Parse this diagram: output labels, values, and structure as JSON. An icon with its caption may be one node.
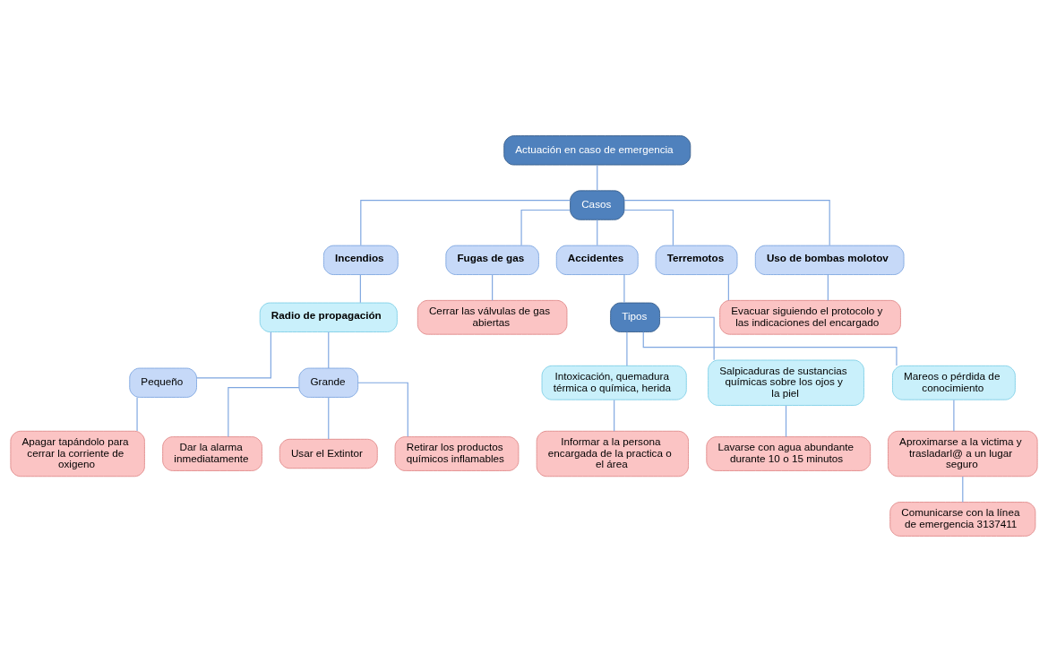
{
  "diagram": {
    "nodes": [
      {
        "text": [
          "Actuación en caso de emergencia"
        ]
      },
      {
        "text": [
          "Casos"
        ]
      },
      {
        "text": [
          "Incendios"
        ]
      },
      {
        "text": [
          "Fugas de gas"
        ]
      },
      {
        "text": [
          "Accidentes"
        ]
      },
      {
        "text": [
          "Terremotos"
        ]
      },
      {
        "text": [
          "Uso de bombas molotov"
        ]
      },
      {
        "text": [
          "Radio de propagación"
        ]
      },
      {
        "text": [
          "Pequeño"
        ]
      },
      {
        "text": [
          "Grande"
        ]
      },
      {
        "text": [
          "Apagar tapándolo para cerrar la corriente de oxigeno"
        ]
      },
      {
        "text": [
          "Dar la alarma inmediatamente"
        ]
      },
      {
        "text": [
          "Usar el Extintor"
        ]
      },
      {
        "text": [
          "Retirar los productos químicos inflamables"
        ]
      },
      {
        "text": [
          "Cerrar las válvulas de gas abiertas"
        ]
      },
      {
        "text": [
          "Tipos"
        ]
      },
      {
        "text": [
          "Evacuar siguiendo el protocolo y las indicaciones del encargado"
        ]
      },
      {
        "text": [
          "Intoxicación, quemadura térmica o química, herida"
        ]
      },
      {
        "text": [
          "Salpicaduras de sustancias químicas sobre los ojos y la piel"
        ]
      },
      {
        "text": [
          "Mareos o pérdida de conocimiento"
        ]
      },
      {
        "text": [
          "Informar a la persona encargada de la practica o el área"
        ]
      },
      {
        "text": [
          "Lavarse con agua abundante durante 10 o 15 minutos"
        ]
      },
      {
        "text": [
          "Aproximarse a la victima y trasladarl@ a un lugar seguro"
        ]
      },
      {
        "text": [
          "Comunicarse con la línea de emergencia 3137411"
        ]
      }
    ],
    "edges": [
      {
        "from": 0,
        "to": 1,
        "arrow": "none"
      },
      {
        "from": 1,
        "to": 2,
        "arrow": "none"
      },
      {
        "from": 1,
        "to": 3,
        "arrow": "none"
      },
      {
        "from": 1,
        "to": 4,
        "arrow": "none"
      },
      {
        "from": 1,
        "to": 5,
        "arrow": "none"
      },
      {
        "from": 1,
        "to": 6,
        "arrow": "none"
      },
      {
        "from": 2,
        "to": 7,
        "arrow": "none"
      },
      {
        "from": 7,
        "to": 8,
        "arrow": "none"
      },
      {
        "from": 7,
        "to": 9,
        "arrow": "none"
      },
      {
        "from": 8,
        "to": 10,
        "arrow": "none"
      },
      {
        "from": 9,
        "to": 11,
        "arrow": "none"
      },
      {
        "from": 9,
        "to": 12,
        "arrow": "none"
      },
      {
        "from": 9,
        "to": 13,
        "arrow": "none"
      },
      {
        "from": 3,
        "to": 14,
        "arrow": "none"
      },
      {
        "from": 4,
        "to": 15,
        "arrow": "none"
      },
      {
        "from": 15,
        "to": 17,
        "arrow": "none"
      },
      {
        "from": 15,
        "to": 18,
        "arrow": "none"
      },
      {
        "from": 15,
        "to": 19,
        "arrow": "none"
      },
      {
        "from": 5,
        "to": 16,
        "arrow": "none"
      },
      {
        "from": 6,
        "to": 16,
        "arrow": "none"
      },
      {
        "from": 17,
        "to": 20,
        "arrow": "none"
      },
      {
        "from": 18,
        "to": 21,
        "arrow": "none"
      },
      {
        "from": 19,
        "to": 22,
        "arrow": "none"
      },
      {
        "from": 22,
        "to": 23,
        "arrow": "none"
      }
    ]
  }
}
